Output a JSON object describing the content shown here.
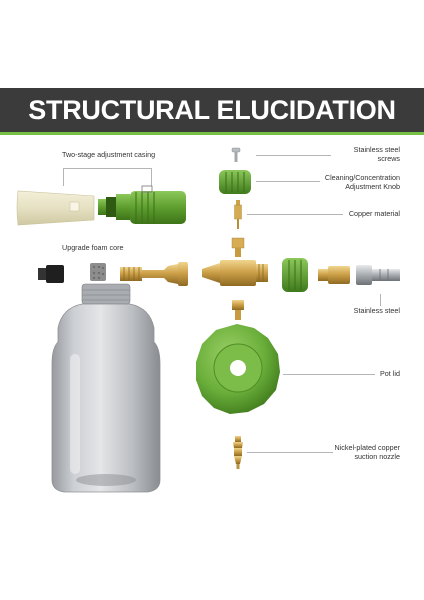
{
  "banner": {
    "title": "STRUCTURAL ELUCIDATION"
  },
  "labels": {
    "adjustment_casing": "Two-stage adjustment casing",
    "stainless_screws_l1": "Stainless steel",
    "stainless_screws_l2": "screws",
    "knob_l1": "Cleaning/Concentration",
    "knob_l2": "Adjustment Knob",
    "copper": "Copper material",
    "foam_core": "Upgrade foam core",
    "stainless_steel": "Stainless steel",
    "pot_lid": "Pot lid",
    "nozzle_l1": "Nickel-plated copper",
    "nozzle_l2": "suction nozzle"
  },
  "colors": {
    "banner_bg": "#3b3b3b",
    "accent_green": "#76c043",
    "part_green": "#6aae3a",
    "brass": "#c9a24a"
  }
}
